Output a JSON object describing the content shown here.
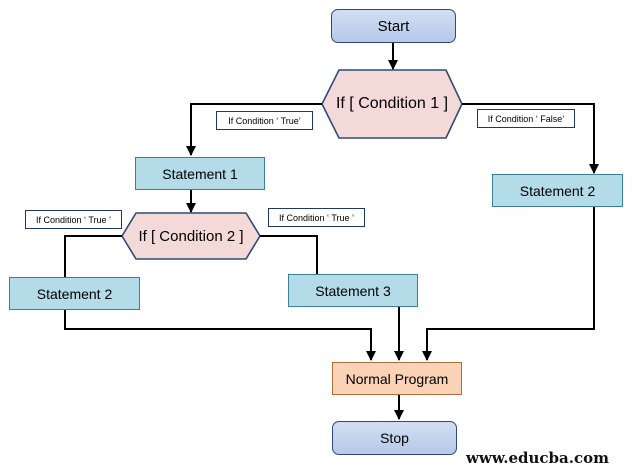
{
  "nodes": {
    "start": "Start",
    "condition1": "If [ Condition 1 ]",
    "statement1": "Statement  1",
    "statement2_right": "Statement  2",
    "condition2": "If [ Condition 2 ]",
    "statement2_left": "Statement  2",
    "statement3": "Statement  3",
    "normal_program": "Normal  Program",
    "stop": "Stop"
  },
  "edge_labels": {
    "c1_true": "If Condition ‘ True’",
    "c1_false": "If Condition ‘ False’",
    "c2_true_left": "If Condition ‘ True ’",
    "c2_true_right": "If Condition ‘ True ’"
  },
  "watermark": "www.educba.com",
  "colors": {
    "rounded_fill": "#c5d4ee",
    "rounded_border": "#2f4a78",
    "statement_fill": "#b3dbe8",
    "statement_border": "#3c7f99",
    "decision_fill": "#f3d9d8",
    "decision_border": "#2f4a78",
    "normal_fill": "#fad3b6",
    "normal_border": "#b16c3c",
    "line": "#000000"
  }
}
